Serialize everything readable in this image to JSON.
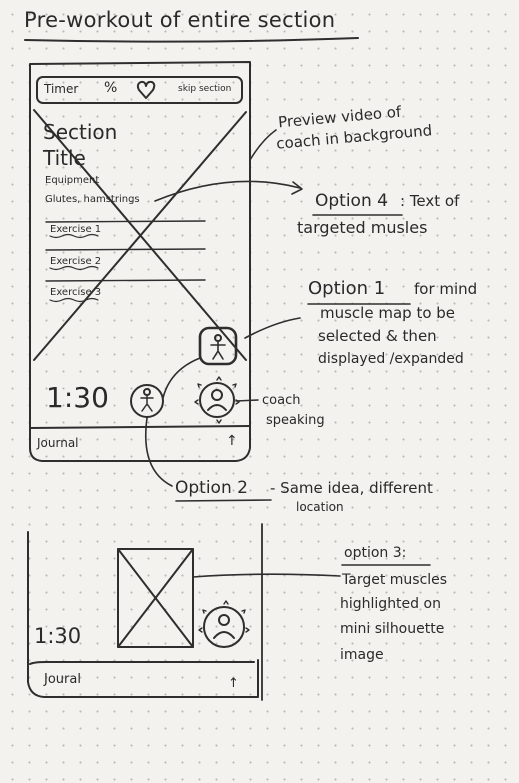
{
  "page_title": "Pre-workout of entire section",
  "wireframe_main": {
    "top_bar": {
      "timer": "Timer",
      "percent": "%",
      "heart_icon": "heart-icon",
      "skip": "skip section"
    },
    "section_title_line1": "Section",
    "section_title_line2": "Title",
    "equipment": "Equipment",
    "muscles": "Glutes, hamstrings",
    "exercises": [
      "Exercise 1",
      "Exercise 2",
      "Exercise 3"
    ],
    "timer_value": "1:30",
    "journal": "Journal",
    "arrow_up": "↑"
  },
  "annotations": {
    "preview_video_1": "Preview video of",
    "preview_video_2": "coach in background",
    "option4_label": "Option 4",
    "option4_text_1": ": Text of",
    "option4_text_2": "targeted musles",
    "option1_label": "Option 1",
    "option1_text_1": "for mind",
    "option1_text_2": "muscle map to be",
    "option1_text_3": "selected & then",
    "option1_text_4": "displayed /expanded",
    "coach_1": "coach",
    "coach_2": "speaking",
    "option2_label": "Option 2",
    "option2_text_1": "- Same idea, different",
    "option2_text_2": "location",
    "option3_label": "option 3:",
    "option3_text_1": "Target muscles",
    "option3_text_2": "highlighted on",
    "option3_text_3": "mini silhouette",
    "option3_text_4": "image"
  },
  "wireframe_small": {
    "timer_value": "1:30",
    "journal": "Joural",
    "arrow_up": "↑"
  }
}
